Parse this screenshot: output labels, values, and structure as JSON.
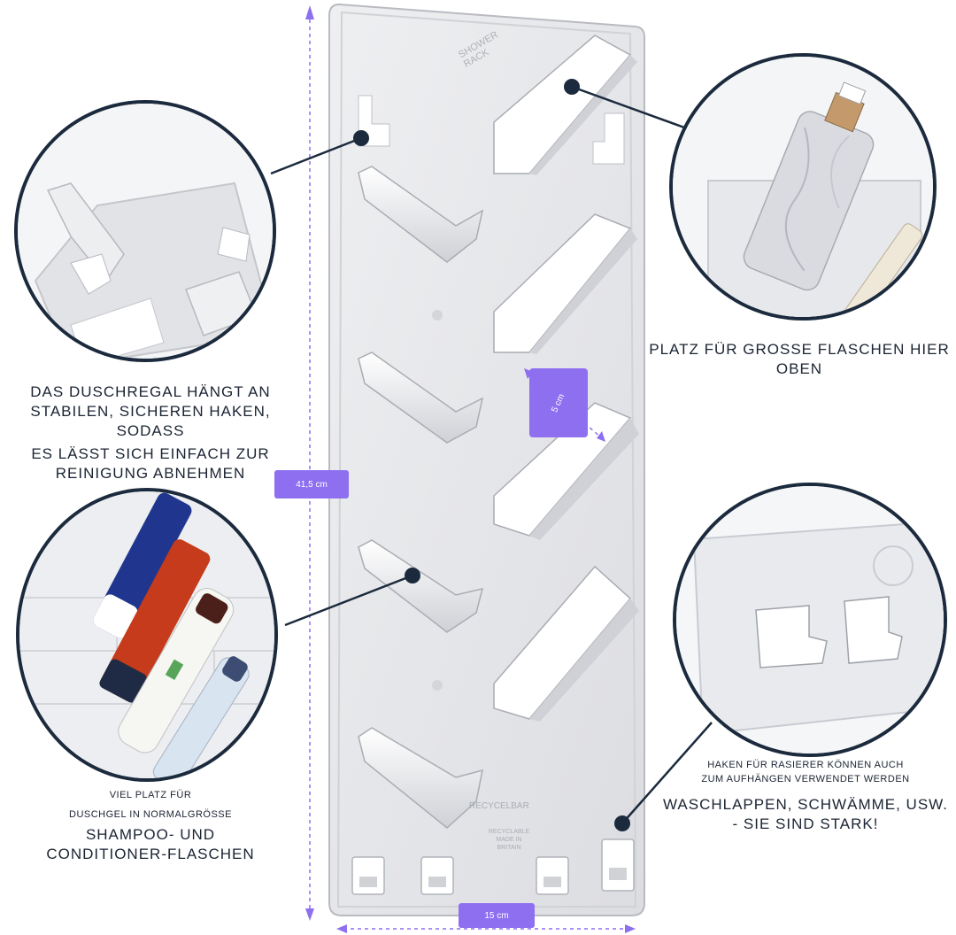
{
  "dimensions": {
    "height_label": "41,5 cm",
    "width_label": "15 cm",
    "spacing_label": "5 cm"
  },
  "product_text": {
    "logo_line1": "SHOWER",
    "logo_line2": "RACK",
    "recyclebar": "RECYCELBAR",
    "made_in": "MADE IN",
    "britain": "BRITAIN",
    "recyclable": "RECYCLABLE"
  },
  "captions": {
    "top_right": {
      "line1": "PLATZ FÜR GROSSE FLASCHEN HIER",
      "line2": "OBEN"
    },
    "left_middle": {
      "line1": "DAS DUSCHREGAL HÄNGT AN",
      "line2": "STABILEN, SICHEREN HAKEN, SODASS",
      "line3": "ES LÄSST SICH EINFACH ZUR",
      "line4": "REINIGUNG ABNEHMEN"
    },
    "bottom_left": {
      "small1": "VIEL PLATZ FÜR",
      "small2": "DUSCHGEL IN NORMALGRÖSSE",
      "line1": "SHAMPOO- UND",
      "line2": "CONDITIONER-FLASCHEN"
    },
    "bottom_right": {
      "small1": "HAKEN FÜR RASIERER KÖNNEN AUCH",
      "small2": "ZUM AUFHÄNGEN VERWENDET WERDEN",
      "line1": "WASCHLAPPEN, SCHWÄMME, USW.",
      "line2": "- SIE SIND STARK!"
    }
  },
  "colors": {
    "accent": "#8d6ff0",
    "navy": "#1b2a3d",
    "panel": "#e4e5e8"
  }
}
